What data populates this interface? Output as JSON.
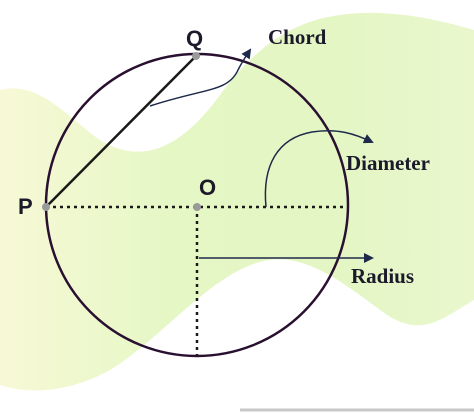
{
  "points": {
    "p": "P",
    "q": "Q",
    "o": "O"
  },
  "terms": {
    "chord": "Chord",
    "diameter": "Diameter",
    "radius": "Radius"
  },
  "colors": {
    "background_wave": "#e6f7c6",
    "background_wave_edge": "#f7f9d6",
    "circle": "#2a1030",
    "line": "#1a1a1a",
    "arrow": "#1e2a4a",
    "text": "#1a1a2a",
    "point_marker": "#9a9a9a"
  }
}
